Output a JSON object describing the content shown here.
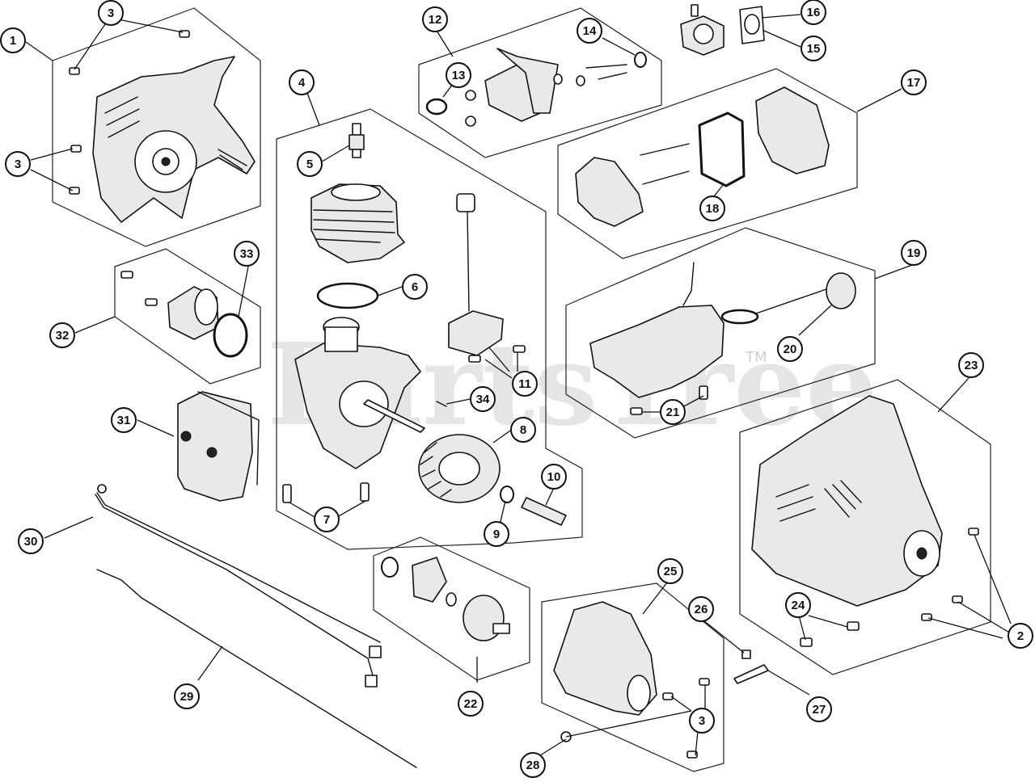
{
  "watermark": {
    "text": "PartsTree",
    "tm": "TM"
  },
  "callouts": {
    "c1": "1",
    "c2": "2",
    "c3a": "3",
    "c3b": "3",
    "c3c": "3",
    "c4": "4",
    "c5": "5",
    "c6": "6",
    "c7": "7",
    "c8": "8",
    "c9": "9",
    "c10": "10",
    "c11": "11",
    "c12": "12",
    "c13": "13",
    "c14": "14",
    "c15": "15",
    "c16": "16",
    "c17": "17",
    "c18": "18",
    "c19": "19",
    "c20": "20",
    "c21": "21",
    "c22": "22",
    "c23": "23",
    "c24": "24",
    "c25": "25",
    "c26": "26",
    "c27": "27",
    "c28": "28",
    "c29": "29",
    "c30": "30",
    "c31": "31",
    "c32": "32",
    "c33": "33",
    "c34": "34"
  }
}
